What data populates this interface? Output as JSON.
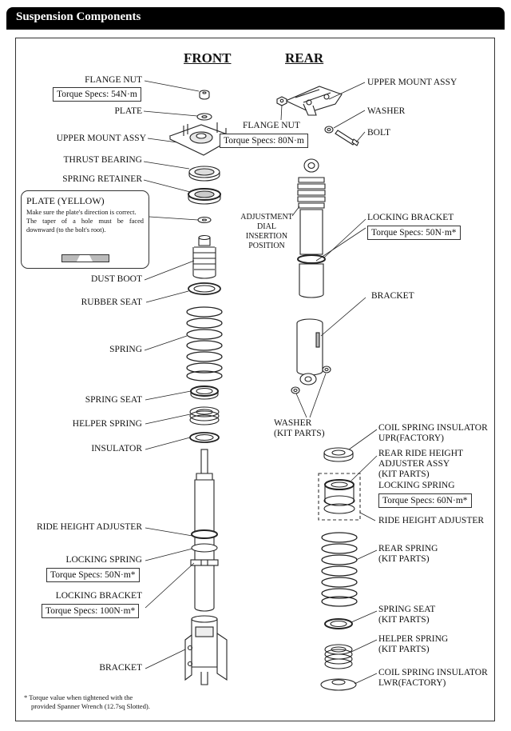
{
  "header": {
    "title": "Suspension Components"
  },
  "headings": {
    "front": "FRONT",
    "rear": "REAR"
  },
  "front": {
    "flange_nut": "FLANGE NUT",
    "flange_nut_torque": "Torque Specs: 54N·m",
    "plate": "PLATE",
    "upper_mount": "UPPER MOUNT ASSY",
    "thrust_bearing": "THRUST BEARING",
    "spring_retainer": "SPRING RETAINER",
    "dust_boot": "DUST BOOT",
    "rubber_seat": "RUBBER SEAT",
    "spring": "SPRING",
    "spring_seat": "SPRING SEAT",
    "helper_spring": "HELPER SPRING",
    "insulator": "INSULATOR",
    "ride_height_adjuster": "RIDE HEIGHT ADJUSTER",
    "locking_spring": "LOCKING SPRING",
    "locking_spring_torque": "Torque Specs: 50N·m*",
    "locking_bracket": "LOCKING BRACKET",
    "locking_bracket_torque": "Torque Specs: 100N·m*",
    "bracket": "BRACKET"
  },
  "note": {
    "title": "PLATE (YELLOW)",
    "line1": "Make sure the plate's direction is correct.",
    "line2": "The taper of a hole must be faced downward (to the bolt's root)."
  },
  "rear": {
    "upper_mount": "UPPER MOUNT ASSY",
    "washer": "WASHER",
    "flange_nut": "FLANGE NUT",
    "bolt": "BOLT",
    "flange_nut_torque": "Torque Specs: 80N·m",
    "adjustment_dial": [
      "ADJUSTMENT",
      "DIAL",
      "INSERTION",
      "POSITION"
    ],
    "locking_bracket": "LOCKING BRACKET",
    "locking_bracket_torque": "Torque Specs: 50N·m*",
    "bracket": "BRACKET",
    "washer_kit": [
      "WASHER",
      "(KIT PARTS)"
    ],
    "coil_insulator_upr": [
      "COIL SPRING INSULATOR",
      "UPR(FACTORY)"
    ],
    "rear_ride_height_assy": [
      "REAR RIDE HEIGHT",
      "ADJUSTER ASSY",
      "(KIT PARTS)"
    ],
    "locking_spring": "LOCKING SPRING",
    "locking_spring_torque": "Torque Specs: 60N·m*",
    "ride_height_adjuster": "RIDE HEIGHT ADJUSTER",
    "rear_spring": [
      "REAR SPRING",
      "(KIT PARTS)"
    ],
    "spring_seat": [
      "SPRING SEAT",
      "(KIT PARTS)"
    ],
    "helper_spring": [
      "HELPER SPRING",
      "(KIT PARTS)"
    ],
    "coil_insulator_lwr": [
      "COIL SPRING INSULATOR",
      "LWR(FACTORY)"
    ]
  },
  "footnote": {
    "line1": "* Torque value when tightened with the",
    "line2": "provided Spanner Wrench (12.7sq Slotted)."
  }
}
